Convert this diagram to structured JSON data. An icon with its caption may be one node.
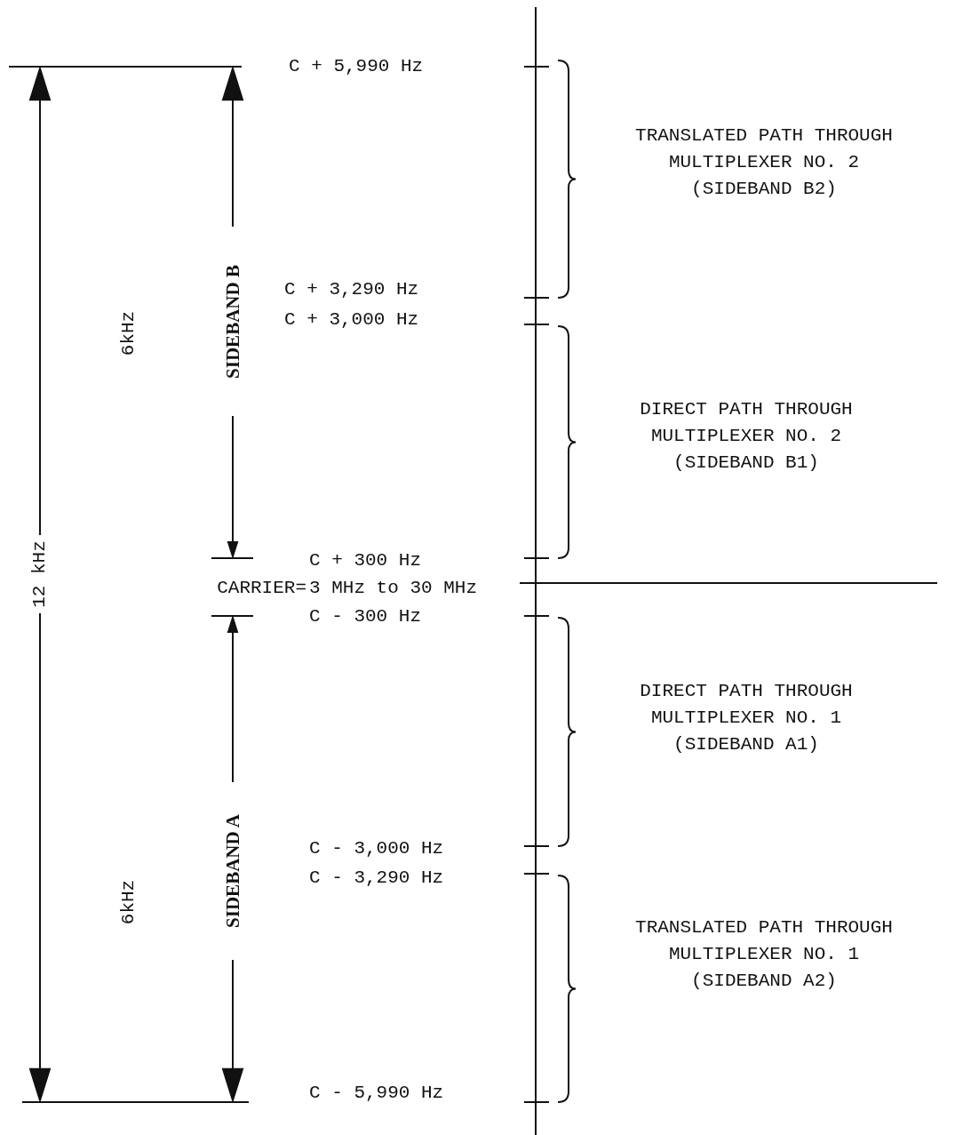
{
  "diagram": {
    "labels": [
      "C + 5,990 Hz",
      "TRANSLATED PATH THROUGH MULTIPLEXER NO. 2 (SIDEBAND B2)",
      "SIDEBAND B",
      "6kHz",
      "C + 3,290 Hz",
      "C + 3,000 Hz",
      "DIRECT PATH THROUGH MULTIPLEXER NO. 2 (SIDEBAND B1)",
      "12 kHz",
      "C + 300 Hz",
      "CARRIER=",
      "3 MHz to 30 MHz",
      "C - 300 Hz",
      "DIRECT PATH THROUGH MULTIPLEXER NO. 1 (SIDEBAND A1)",
      "SIDEBAND A",
      "C - 3,000 Hz",
      "C - 3,290 Hz",
      "6kHz",
      "TRANSLATED PATH THROUGH MULTIPLEXER NO. 1 (SIDEBAND A2)",
      "C - 5,990 Hz"
    ]
  }
}
